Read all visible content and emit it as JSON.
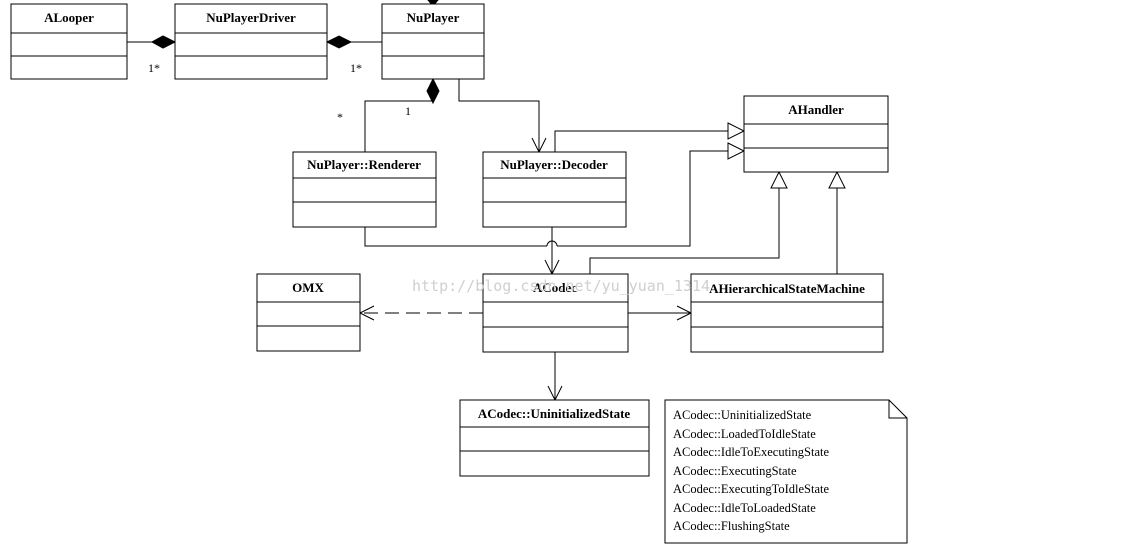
{
  "classes": {
    "alooper": "ALooper",
    "nuplayerdriver": "NuPlayerDriver",
    "nuplayer": "NuPlayer",
    "ahandler": "AHandler",
    "renderer": "NuPlayer::Renderer",
    "decoder": "NuPlayer::Decoder",
    "omx": "OMX",
    "acodec": "ACodec",
    "statemachine": "AHierarchicalStateMachine",
    "uninitstate": "ACodec::UninitializedState"
  },
  "multiplicities": {
    "alooper_driver": "1*",
    "driver_nuplayer": "1*",
    "renderer_many": "*",
    "renderer_one": "1"
  },
  "note": {
    "lines": [
      "ACodec::UninitializedState",
      "ACodec::LoadedToIdleState",
      "ACodec::IdleToExecutingState",
      "ACodec::ExecutingState",
      "ACodec::ExecutingToIdleState",
      "ACodec::IdleToLoadedState",
      "ACodec::FlushingState"
    ]
  },
  "watermark": "http://blog.csdn.net/yu_yuan_1314"
}
